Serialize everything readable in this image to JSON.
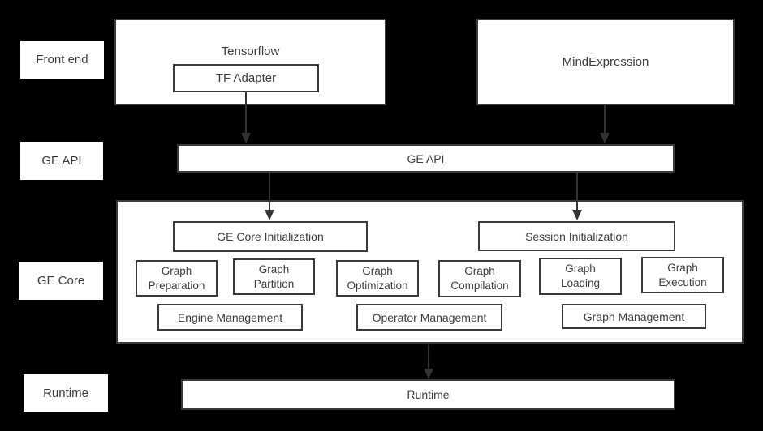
{
  "diagram": {
    "row_labels": {
      "front_end": "Front end",
      "ge_api": "GE API",
      "ge_core": "GE Core",
      "runtime": "Runtime"
    },
    "front_end": {
      "tensorflow": "Tensorflow",
      "tf_adapter": "TF Adapter",
      "mind_expression": "MindExpression"
    },
    "ge_api_bar": "GE API",
    "ge_core": {
      "ge_core_initialization": "GE Core Initialization",
      "session_initialization": "Session Initialization",
      "modules": [
        "Graph Preparation",
        "Graph Partition",
        "Graph Optimization",
        "Graph Compilation",
        "Graph Loading",
        "Graph Execution"
      ],
      "management": [
        "Engine Management",
        "Operator Management",
        "Graph Management"
      ]
    },
    "runtime_bar": "Runtime",
    "edges": [
      {
        "from": "TF Adapter",
        "to": "GE API"
      },
      {
        "from": "MindExpression",
        "to": "GE API"
      },
      {
        "from": "GE API",
        "to": "GE Core Initialization"
      },
      {
        "from": "GE API",
        "to": "Session Initialization"
      },
      {
        "from": "GE Core",
        "to": "Runtime"
      }
    ],
    "colors": {
      "background": "#000000",
      "box_fill": "#ffffff",
      "box_border": "#3a3a3a",
      "text": "#3b3b3b",
      "arrow": "#333333"
    }
  }
}
